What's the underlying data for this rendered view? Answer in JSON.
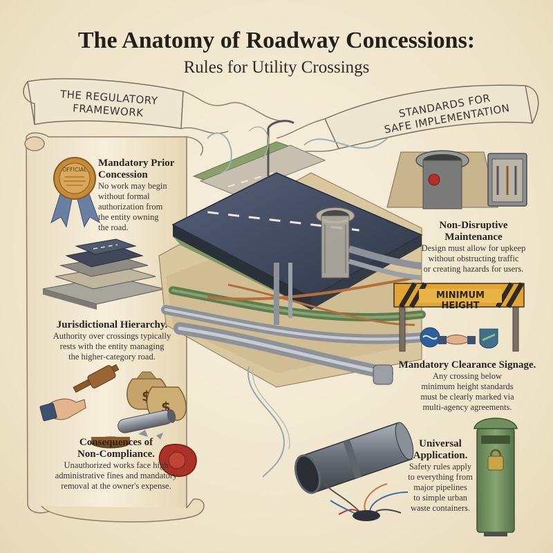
{
  "header": {
    "title": "The Anatomy of Roadway Concessions:",
    "subtitle": "Rules for Utility Crossings"
  },
  "banners": {
    "left": {
      "line1": "THE REGULATORY",
      "line2": "FRAMEWORK"
    },
    "right": {
      "line1": "STANDARDS FOR",
      "line2": "SAFE IMPLEMENTATION"
    }
  },
  "left_sections": [
    {
      "title_line1": "Mandatory Prior",
      "title_line2": "Concession",
      "body": [
        "No work may begin",
        "without formal",
        "authorization from",
        "the entity owning",
        "the road."
      ],
      "icon": "ribbon-seal-icon"
    },
    {
      "title_line1": "Jurisdictional Hierarchy.",
      "title_line2": "",
      "body": [
        "Authority over crossings typically",
        "rests with the entity managing",
        "the higher-category road."
      ],
      "icon": "stacked-road-layers-icon"
    },
    {
      "title_line1": "Consequences of",
      "title_line2": "Non-Compliance.",
      "body": [
        "Unauthorized works face high",
        "administrative fines and mandatory",
        "removal at the owner's expense."
      ],
      "icon": "gavel-money-icon"
    }
  ],
  "seal": {
    "text": "OFFICIAL"
  },
  "money_symbol": "$",
  "right_sections": [
    {
      "title_line1": "Non-Disruptive",
      "title_line2": "Maintenance",
      "body": [
        "Design must allow for upkeep",
        "without obstructing traffic",
        "or creating hazards for users."
      ],
      "icon": "manhole-toolbox-icon"
    },
    {
      "title_line1": "Mandatory Clearance Signage.",
      "title_line2": "",
      "body": [
        "Any crossing below",
        "minimum height standards",
        "must be clearly marked via",
        "multi-agency agreements."
      ],
      "icon": "height-barrier-handshake-icon"
    },
    {
      "title_line1": "Universal",
      "title_line2": "Application.",
      "body": [
        "Safety rules apply",
        "to everything from",
        "major pipelines",
        "to simple urban",
        "waste containers."
      ],
      "icon": "pipe-cable-bin-icon"
    }
  ],
  "sign": {
    "label": "MINIMUM HEIGHT"
  },
  "colors": {
    "paper": "#f4ecd8",
    "asphalt": "#3c4656",
    "pipe_green": "#5f7d4c",
    "pipe_copper": "#b0703e",
    "bin_green": "#6f8f5d",
    "sign_yellow": "#e0a534"
  }
}
